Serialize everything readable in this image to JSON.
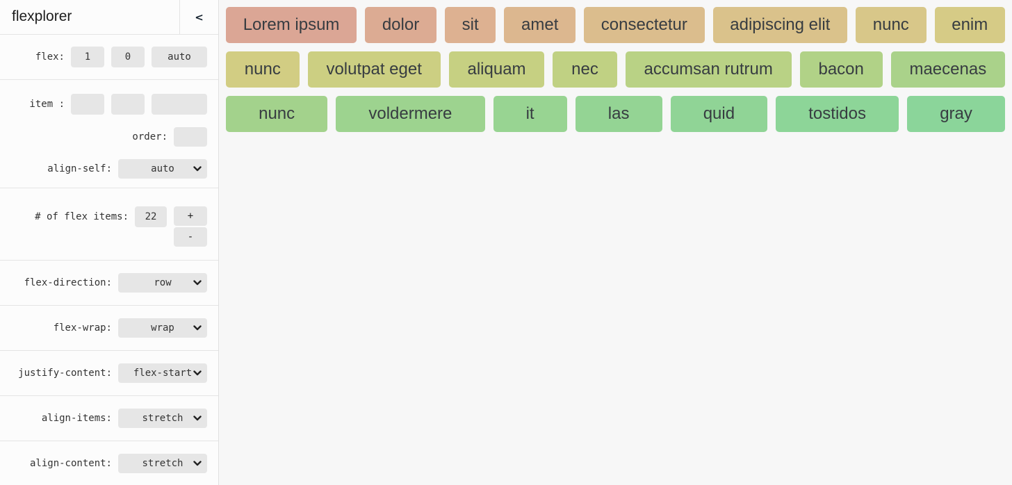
{
  "sidebar": {
    "title": "flexplorer",
    "collapse_label": "<",
    "flex": {
      "label": "flex:",
      "grow": "1",
      "shrink": "0",
      "basis": "auto"
    },
    "item": {
      "label": "item :",
      "grow": "",
      "shrink": "",
      "basis": ""
    },
    "order": {
      "label": "order:",
      "value": ""
    },
    "align_self": {
      "label": "align-self:",
      "value": "auto"
    },
    "count": {
      "label": "# of flex items:",
      "value": "22",
      "plus": "+",
      "minus": "-"
    },
    "flex_direction": {
      "label": "flex-direction:",
      "value": "row"
    },
    "flex_wrap": {
      "label": "flex-wrap:",
      "value": "wrap"
    },
    "justify_content": {
      "label": "justify-content:",
      "value": "flex-start"
    },
    "align_items": {
      "label": "align-items:",
      "value": "stretch"
    },
    "align_content": {
      "label": "align-content:",
      "value": "stretch"
    }
  },
  "main": {
    "rows": [
      {
        "items": [
          {
            "label": "Lorem ipsum",
            "color": "#dba695"
          },
          {
            "label": "dolor",
            "color": "#dcab93"
          },
          {
            "label": "sit",
            "color": "#ddb191"
          },
          {
            "label": "amet",
            "color": "#dcb78f"
          },
          {
            "label": "consectetur",
            "color": "#dbbd8d"
          },
          {
            "label": "adipiscing elit",
            "color": "#dac28b"
          },
          {
            "label": "nunc",
            "color": "#d8c789"
          },
          {
            "label": "enim",
            "color": "#d6cb86"
          }
        ]
      },
      {
        "items": [
          {
            "label": "nunc",
            "color": "#d2cd83"
          },
          {
            "label": "volutpat eget",
            "color": "#cccf82"
          },
          {
            "label": "aliquam",
            "color": "#c6d082"
          },
          {
            "label": "nec",
            "color": "#c0d183"
          },
          {
            "label": "accumsan rutrum",
            "color": "#b9d285"
          },
          {
            "label": "bacon",
            "color": "#b1d287"
          },
          {
            "label": "maecenas",
            "color": "#aad28a"
          }
        ]
      },
      {
        "items": [
          {
            "label": "nunc",
            "color": "#a3d28c"
          },
          {
            "label": "voldermere",
            "color": "#9dd38f"
          },
          {
            "label": "it",
            "color": "#98d492"
          },
          {
            "label": "las",
            "color": "#94d494"
          },
          {
            "label": "quid",
            "color": "#90d496"
          },
          {
            "label": "tostidos",
            "color": "#8dd598"
          },
          {
            "label": "gray",
            "color": "#8bd59a"
          }
        ]
      }
    ]
  },
  "colors": {
    "sidebar_bg": "#fcfcfc",
    "main_bg": "#f7f7f7",
    "control_bg": "#e6e6e6",
    "divider": "#e4e4e4",
    "item_text": "#373c41"
  }
}
